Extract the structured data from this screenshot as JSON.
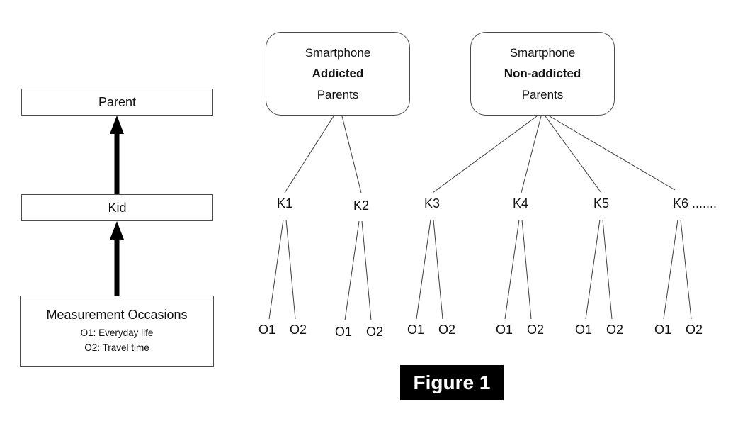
{
  "left_panel": {
    "parent_label": "Parent",
    "kid_label": "Kid",
    "measurement": {
      "title": "Measurement Occasions",
      "occasion1": "O1: Everyday life",
      "occasion2": "O2: Travel time"
    }
  },
  "tree": {
    "addicted": {
      "line1": "Smartphone",
      "line2": "Addicted",
      "line3": "Parents"
    },
    "non_addicted": {
      "line1": "Smartphone",
      "line2": "Non-addicted",
      "line3": "Parents"
    },
    "kids": [
      {
        "label": "K1",
        "o1": "O1",
        "o2": "O2"
      },
      {
        "label": "K2",
        "o1": "O1",
        "o2": "O2"
      },
      {
        "label": "K3",
        "o1": "O1",
        "o2": "O2"
      },
      {
        "label": "K4",
        "o1": "O1",
        "o2": "O2"
      },
      {
        "label": "K5",
        "o1": "O1",
        "o2": "O2"
      },
      {
        "label": "K6 .......",
        "o1": "O1",
        "o2": "O2"
      }
    ]
  },
  "caption": "Figure 1",
  "colors": {
    "box_border": "#4d4d4d",
    "line": "#3d3d3d",
    "arrow": "#000000",
    "caption_bg": "#000000",
    "caption_text": "#ffffff"
  }
}
